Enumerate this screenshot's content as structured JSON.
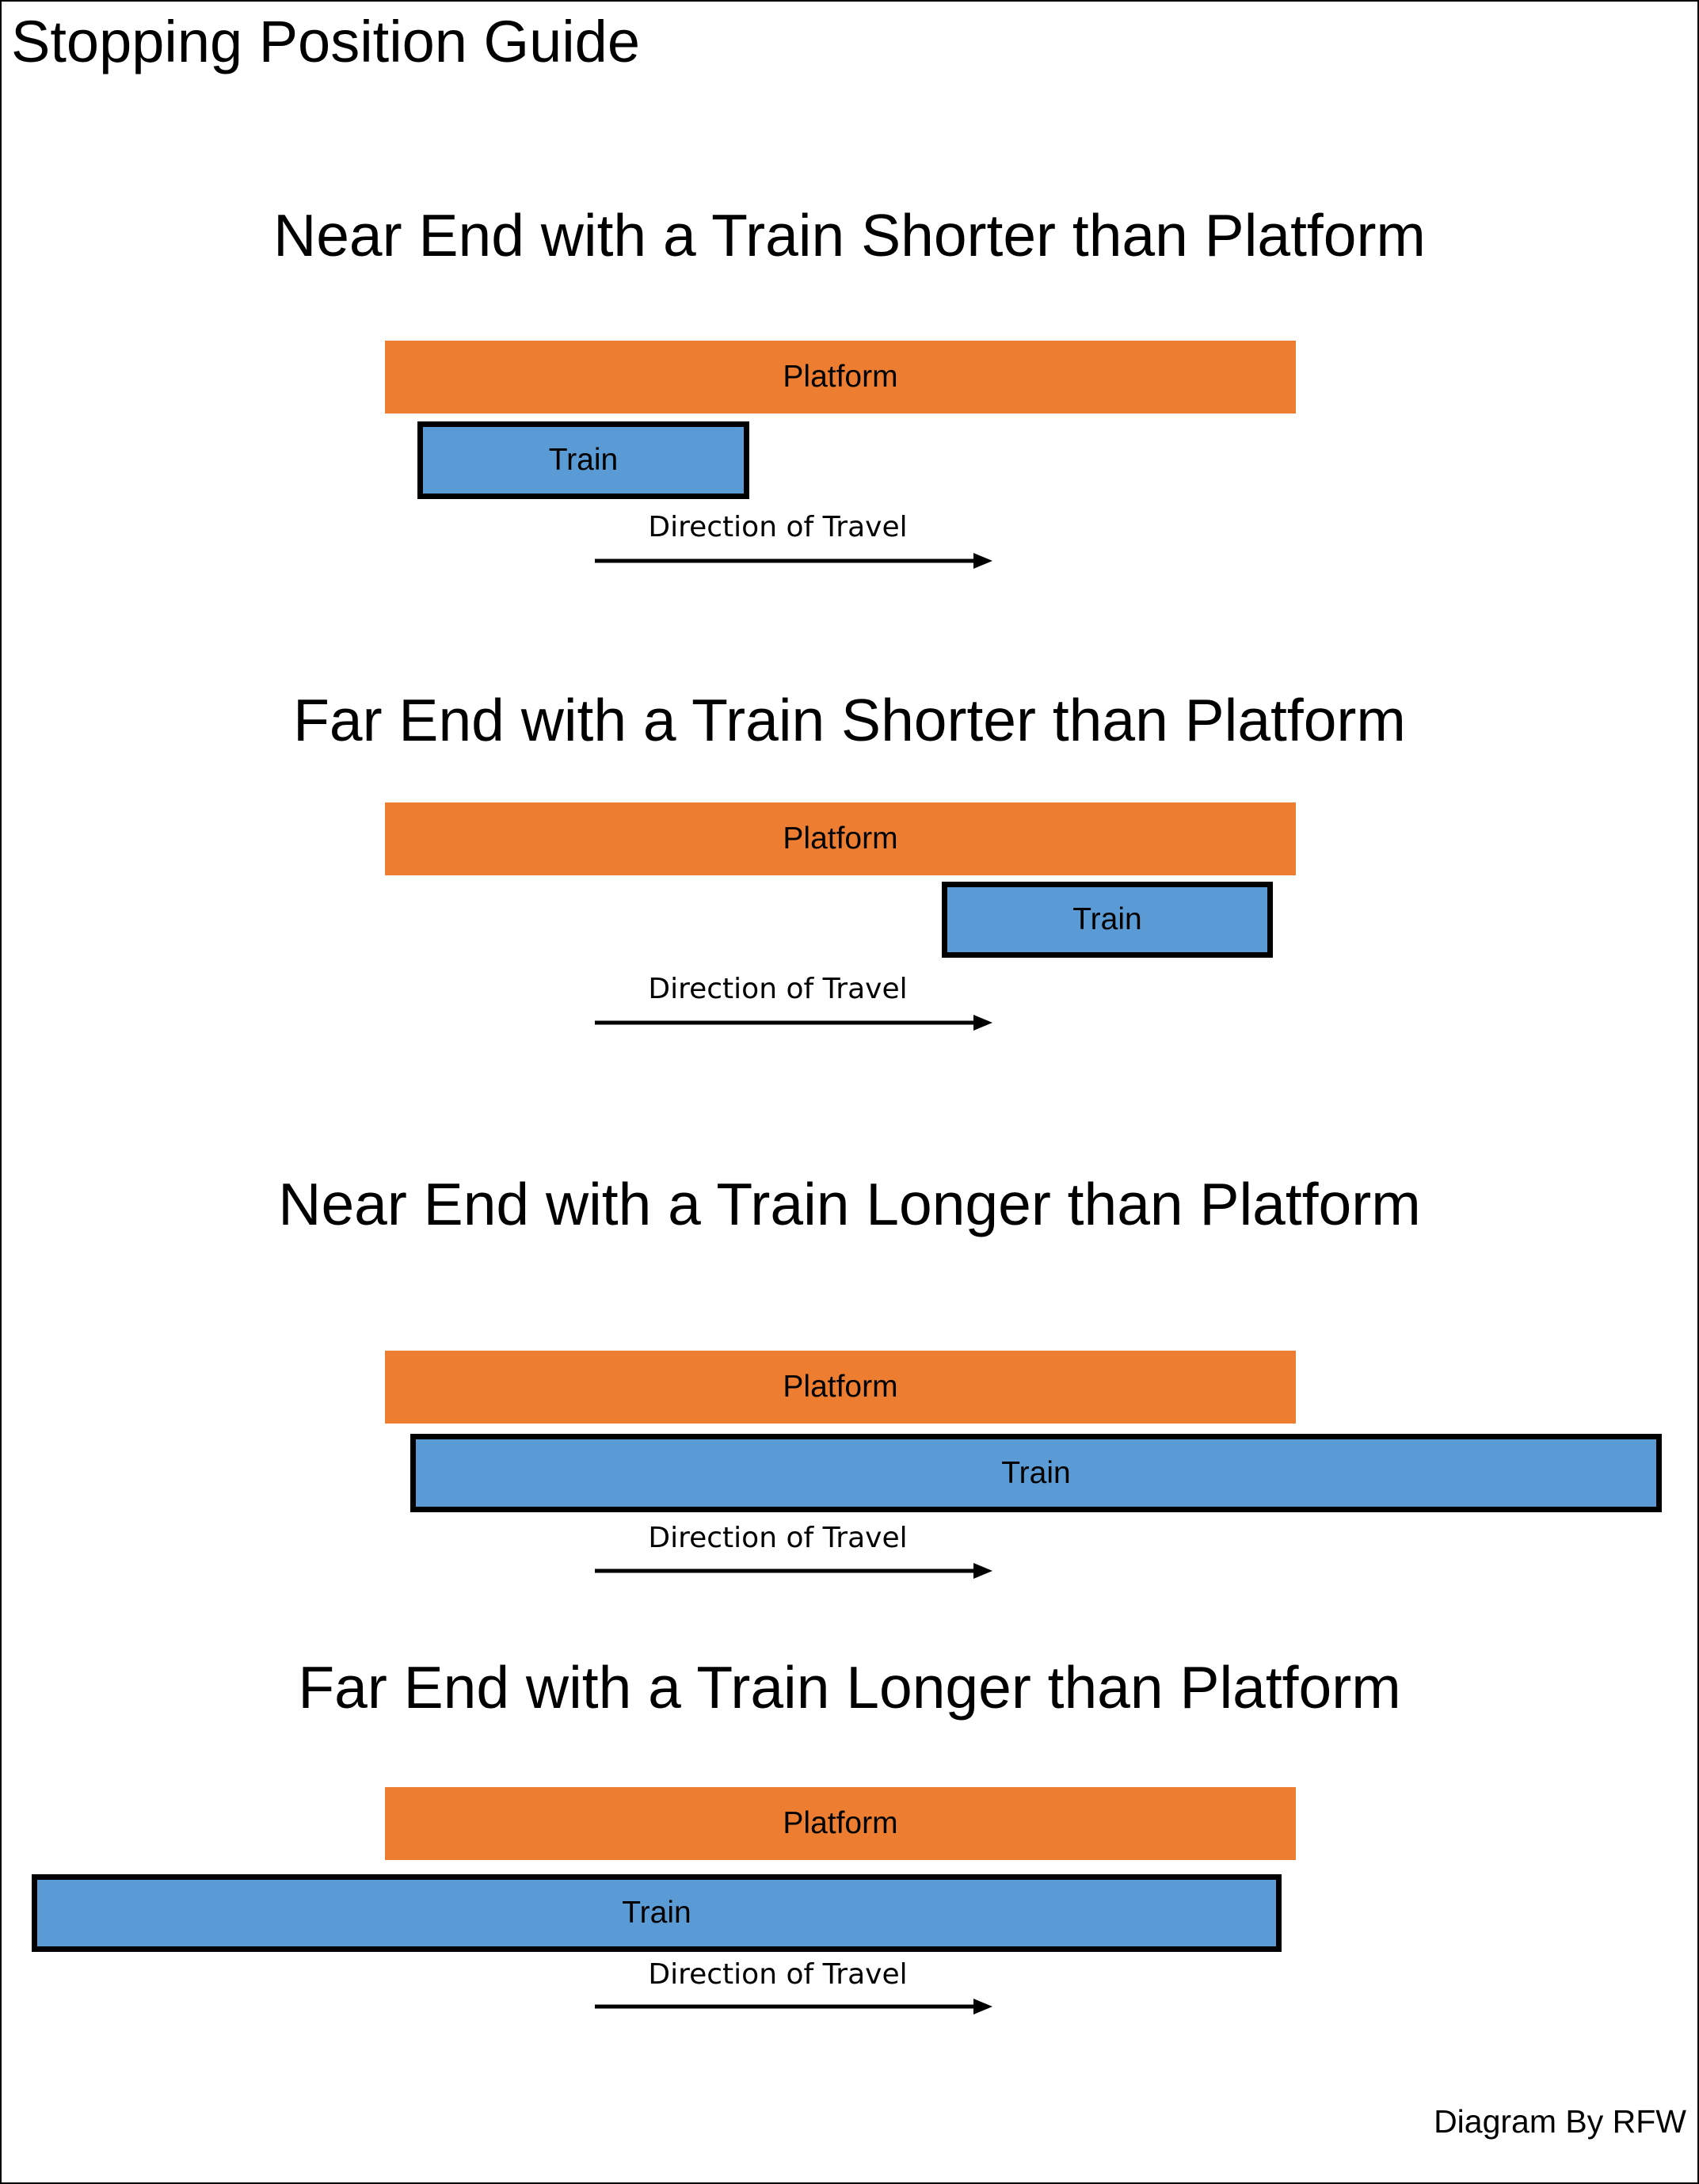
{
  "title": "Stopping Position Guide",
  "credit": "Diagram By RFW",
  "colors": {
    "platform": "#ED7D31",
    "train": "#5B9BD5",
    "outline": "#000000"
  },
  "sections": [
    {
      "heading": "Near End with a Train Shorter than Platform",
      "platform_label": "Platform",
      "train_label": "Train",
      "direction_label": "Direction of Travel"
    },
    {
      "heading": "Far End with a Train Shorter than Platform",
      "platform_label": "Platform",
      "train_label": "Train",
      "direction_label": "Direction of Travel"
    },
    {
      "heading": "Near End with a Train Longer than Platform",
      "platform_label": "Platform",
      "train_label": "Train",
      "direction_label": "Direction of Travel"
    },
    {
      "heading": "Far End with a Train Longer than Platform",
      "platform_label": "Platform",
      "train_label": "Train",
      "direction_label": "Direction of Travel"
    }
  ]
}
